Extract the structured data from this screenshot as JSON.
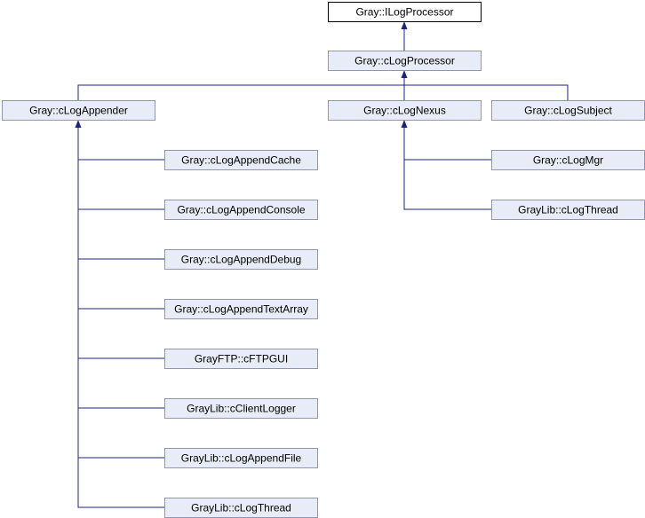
{
  "nodes": [
    {
      "id": "ilogprocessor",
      "label": "Gray::ILogProcessor",
      "root": true
    },
    {
      "id": "clogprocessor",
      "label": "Gray::cLogProcessor"
    },
    {
      "id": "clogappender",
      "label": "Gray::cLogAppender"
    },
    {
      "id": "clognexus",
      "label": "Gray::cLogNexus"
    },
    {
      "id": "clogsubject",
      "label": "Gray::cLogSubject"
    },
    {
      "id": "clogappendcache",
      "label": "Gray::cLogAppendCache"
    },
    {
      "id": "clogappendconsole",
      "label": "Gray::cLogAppendConsole"
    },
    {
      "id": "clogappenddebug",
      "label": "Gray::cLogAppendDebug"
    },
    {
      "id": "clogappendtextarray",
      "label": "Gray::cLogAppendTextArray"
    },
    {
      "id": "cftpgui",
      "label": "GrayFTP::cFTPGUI"
    },
    {
      "id": "cclientlogger",
      "label": "GrayLib::cClientLogger"
    },
    {
      "id": "clogappendfile",
      "label": "GrayLib::cLogAppendFile"
    },
    {
      "id": "clogthread-appender",
      "label": "GrayLib::cLogThread"
    },
    {
      "id": "clogmgr",
      "label": "Gray::cLogMgr"
    },
    {
      "id": "clogthread-nexus",
      "label": "GrayLib::cLogThread"
    }
  ],
  "edges": [
    {
      "from": "clogprocessor",
      "to": "ilogprocessor"
    },
    {
      "from": "clogappender",
      "to": "clogprocessor"
    },
    {
      "from": "clognexus",
      "to": "clogprocessor"
    },
    {
      "from": "clogsubject",
      "to": "clogprocessor"
    },
    {
      "from": "clogappendcache",
      "to": "clogappender"
    },
    {
      "from": "clogappendconsole",
      "to": "clogappender"
    },
    {
      "from": "clogappenddebug",
      "to": "clogappender"
    },
    {
      "from": "clogappendtextarray",
      "to": "clogappender"
    },
    {
      "from": "cftpgui",
      "to": "clogappender"
    },
    {
      "from": "cclientlogger",
      "to": "clogappender"
    },
    {
      "from": "clogappendfile",
      "to": "clogappender"
    },
    {
      "from": "clogthread-appender",
      "to": "clogappender"
    },
    {
      "from": "clogmgr",
      "to": "clognexus"
    },
    {
      "from": "clogthread-nexus",
      "to": "clognexus"
    }
  ]
}
